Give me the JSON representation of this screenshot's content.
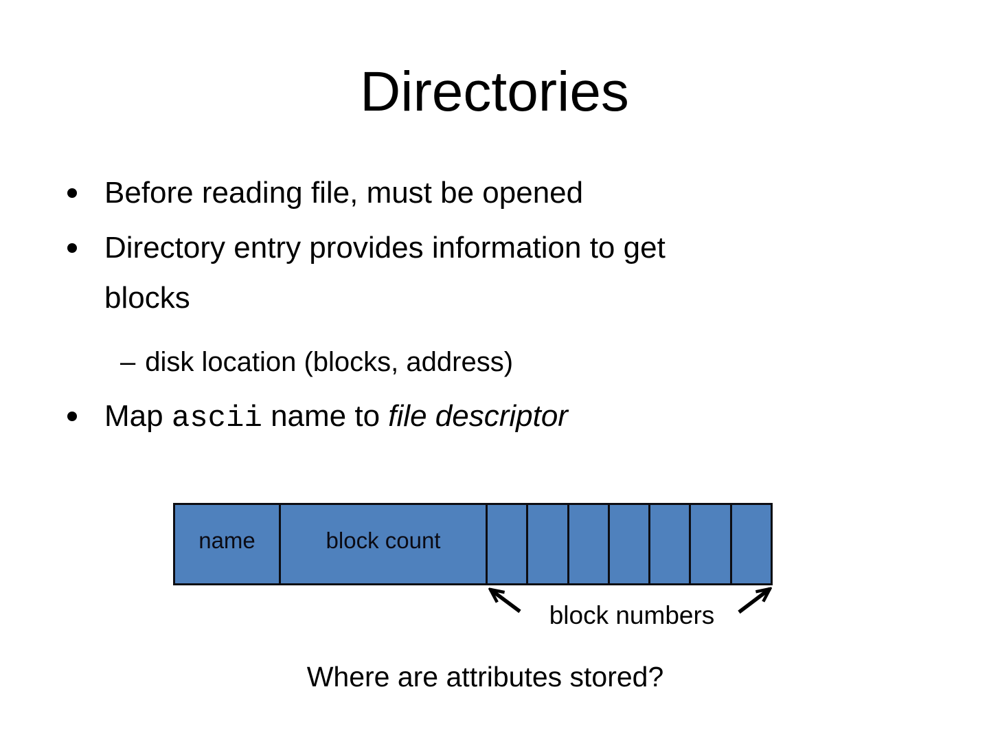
{
  "slide": {
    "title": "Directories",
    "bullet1": {
      "marker": "•",
      "text": "Before reading file, must be opened"
    },
    "bullet2": {
      "marker": "•",
      "line1": "Directory entry provides information to get",
      "line2": "blocks"
    },
    "sub_bullet": {
      "marker": "–",
      "text": "disk location (blocks, address)"
    },
    "bullet3": {
      "marker": "•",
      "seg1": "Map ",
      "seg2": "ascii",
      "seg3": " name to ",
      "seg4": "file descriptor"
    },
    "question": "Where are attributes stored?"
  },
  "diagram": {
    "name_cell_label": "name",
    "block_count_cell_label": "block count",
    "small_cell_count": 7,
    "caption": "block numbers",
    "colors": {
      "cell_fill": "#4f81bd",
      "cell_border": "#0d0d12",
      "arrow": "#000000"
    }
  }
}
